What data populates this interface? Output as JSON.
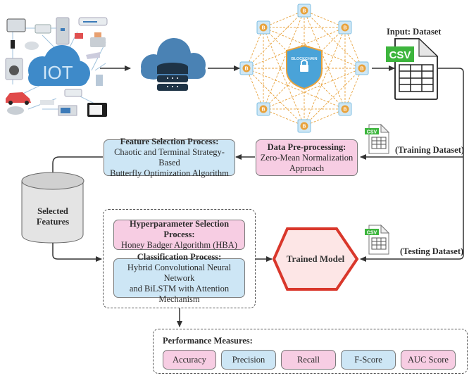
{
  "iot_cluster": {
    "cloud_label": "IOT",
    "devices": [
      "laptop-icon",
      "printer-icon",
      "fridge-icon",
      "air-conditioner-icon",
      "camera-icon",
      "toaster-icon",
      "phone-icon",
      "gamepad-icon",
      "washing-machine-icon",
      "security-camera-icon",
      "iron-icon",
      "car-icon",
      "radio-icon",
      "microwave-icon",
      "tv-icon"
    ]
  },
  "cloud_database": {
    "icon": "cloud-database-icon"
  },
  "blockchain": {
    "shield_label": "BLOCKCHAIN",
    "node_count": 8,
    "node_glyph": "B"
  },
  "input_dataset": {
    "title": "Input: Dataset",
    "file_badge": "CSV"
  },
  "training_label": "(Training Dataset)",
  "testing_label": "(Testing Dataset)",
  "small_csv_badge": "CSV",
  "data_preprocessing": {
    "title": "Data Pre-processing:",
    "body": "Zero-Mean Normalization Approach"
  },
  "feature_selection": {
    "title": "Feature Selection Process:",
    "line1": "Chaotic and Terminal Strategy-Based",
    "line2": "Butterfly Optimization Algorithm"
  },
  "selected_features": {
    "line1": "Selected",
    "line2": "Features"
  },
  "hyperparameter": {
    "title": "Hyperparameter Selection Process:",
    "body": "Honey Badger Algorithm (HBA)"
  },
  "classification": {
    "title": "Classification Process:",
    "line1": "Hybrid Convolutional Neural Network",
    "line2": "and BiLSTM with Attention Mechanism"
  },
  "trained_model": "Trained Model",
  "performance": {
    "title": "Performance Measures:",
    "measures": [
      "Accuracy",
      "Precision",
      "Recall",
      "F-Score",
      "AUC Score"
    ]
  },
  "colors": {
    "pink": "#f7cde3",
    "blue": "#cde6f5",
    "model_border": "#d9372b",
    "model_fill": "#fde6e6",
    "csv_green": "#3db53d",
    "cloud_blue": "#4a90c8",
    "db_dark": "#1e3346",
    "orange": "#e8a23c"
  }
}
